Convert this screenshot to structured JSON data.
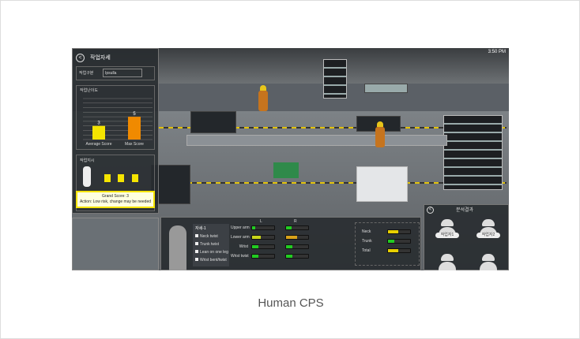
{
  "caption": "Human CPS",
  "status": {
    "time": "3:50 PM"
  },
  "posture_panel": {
    "title": "작업자세",
    "task_label": "작업구분",
    "task_value": "Ipsulla",
    "chart_title": "작업난이도",
    "instruction_title": "작업지시",
    "grand_score": "Grand Score: 3",
    "action": "Action: Low risk, change may be needed"
  },
  "chart_data": {
    "type": "bar",
    "categories": [
      "Average Score",
      "Max Score"
    ],
    "values": [
      3,
      5
    ],
    "ylim": [
      0,
      9
    ],
    "colors": [
      "#f5e400",
      "#f08a00"
    ]
  },
  "assessment": {
    "title": "자세-1",
    "checks": [
      "Neck twist",
      "Trunk twist",
      "Lean on one leg",
      "Wrist bent/twist"
    ],
    "columns": [
      "L",
      "R"
    ],
    "body": [
      {
        "part": "Upper arm",
        "L": 0.15,
        "R": 0.25,
        "Lc": "#22cc22",
        "Rc": "#22cc22"
      },
      {
        "part": "Lower arm",
        "L": 0.4,
        "R": 0.5,
        "Lc": "#c8d51a",
        "Rc": "#d9a21a"
      },
      {
        "part": "Wrist",
        "L": 0.3,
        "R": 0.3,
        "Lc": "#22cc22",
        "Rc": "#22cc22"
      },
      {
        "part": "Wrist twist",
        "L": 0.3,
        "R": 0.3,
        "Lc": "#22cc22",
        "Rc": "#22cc22"
      }
    ],
    "summary": [
      {
        "part": "Neck",
        "v": 0.45,
        "c": "#e8d000"
      },
      {
        "part": "Trunk",
        "v": 0.3,
        "c": "#22cc22"
      },
      {
        "part": "Total",
        "v": 0.45,
        "c": "#e8d000"
      }
    ]
  },
  "results": {
    "title": "분석결과",
    "workers": [
      "작업자1",
      "작업자2"
    ]
  }
}
